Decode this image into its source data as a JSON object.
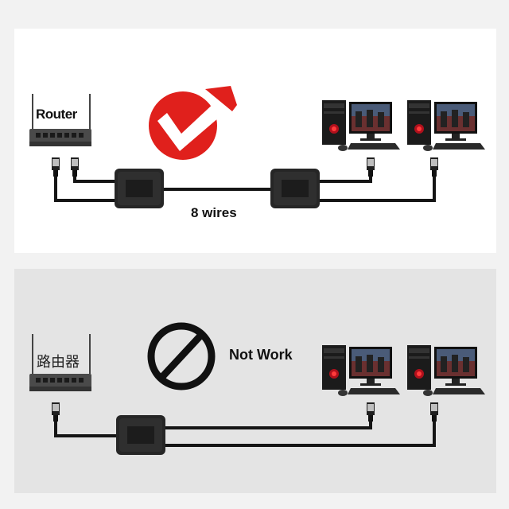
{
  "top": {
    "router_label": "Router",
    "wires_label": "8 wires",
    "status_icon": "checkmark-icon",
    "status_color": "#e0201c"
  },
  "bottom": {
    "router_label": "路由器",
    "status_text": "Not Work",
    "status_icon": "prohibited-icon"
  }
}
